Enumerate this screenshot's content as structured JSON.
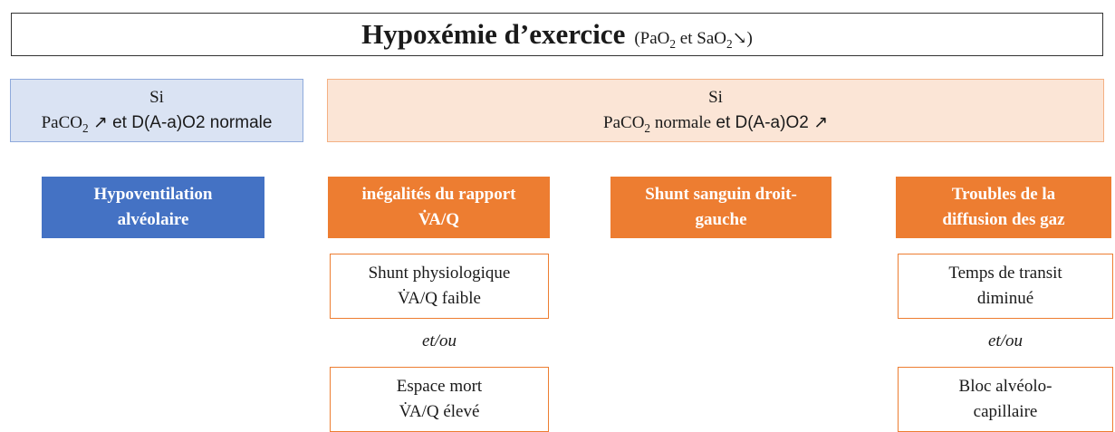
{
  "title": {
    "main": "Hypoxémie d’exercice",
    "paren_open": "(PaO",
    "sub1": "2",
    "mid": " et SaO",
    "sub2": "2",
    "paren_close": "↘)"
  },
  "conditions": {
    "left": {
      "si": "Si",
      "pre": "PaCO",
      "sub": "2",
      "post": " ↗ et D(A-a)O2 normale"
    },
    "right": {
      "si": "Si",
      "pre": "PaCO",
      "sub": "2",
      "mid": " normale",
      "post": " et D(A-a)O2 ↗"
    }
  },
  "mechanisms": {
    "hypoventilation": [
      "Hypoventilation",
      "alvéolaire"
    ],
    "va_q": [
      "inégalités du rapport",
      "V̇A/Q"
    ],
    "shunt": [
      "Shunt sanguin droit-",
      "gauche"
    ],
    "diffusion": [
      "Troubles de la",
      "diffusion des gaz"
    ]
  },
  "details": {
    "shunt_physio": [
      "Shunt physiologique",
      "V̇A/Q faible"
    ],
    "espace_mort": [
      "Espace mort",
      "V̇A/Q élevé"
    ],
    "temps_transit": [
      "Temps de transit",
      "diminué"
    ],
    "bloc": [
      "Bloc alvéolo-",
      "capillaire"
    ],
    "et_ou_left": "et/ou",
    "et_ou_right": "et/ou"
  },
  "colors": {
    "blue_box": "#4472c4",
    "orange_box": "#ed7d31",
    "light_blue": "#dae3f3",
    "light_orange": "#fbe5d6"
  }
}
